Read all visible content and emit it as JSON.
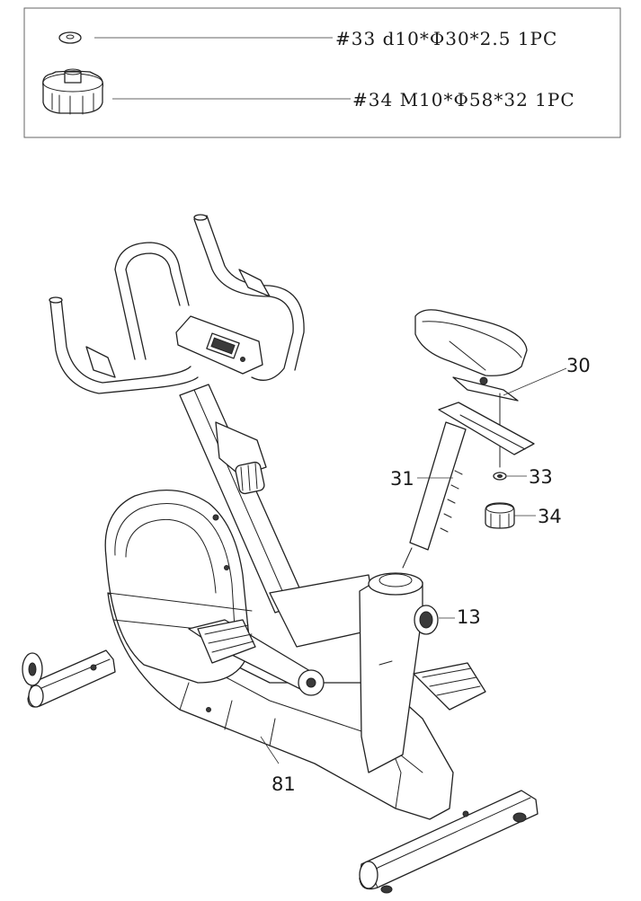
{
  "hardware_box": {
    "rows": [
      {
        "part": "#33 d10*Φ30*2.5 1PC",
        "icon": "washer-icon"
      },
      {
        "part": "#34 M10*Φ58*32 1PC",
        "icon": "knob-icon"
      }
    ]
  },
  "callouts": {
    "seat": "30",
    "seat_post": "31",
    "washer": "33",
    "knob": "34",
    "adjust_knob": "13",
    "frame": "81"
  }
}
